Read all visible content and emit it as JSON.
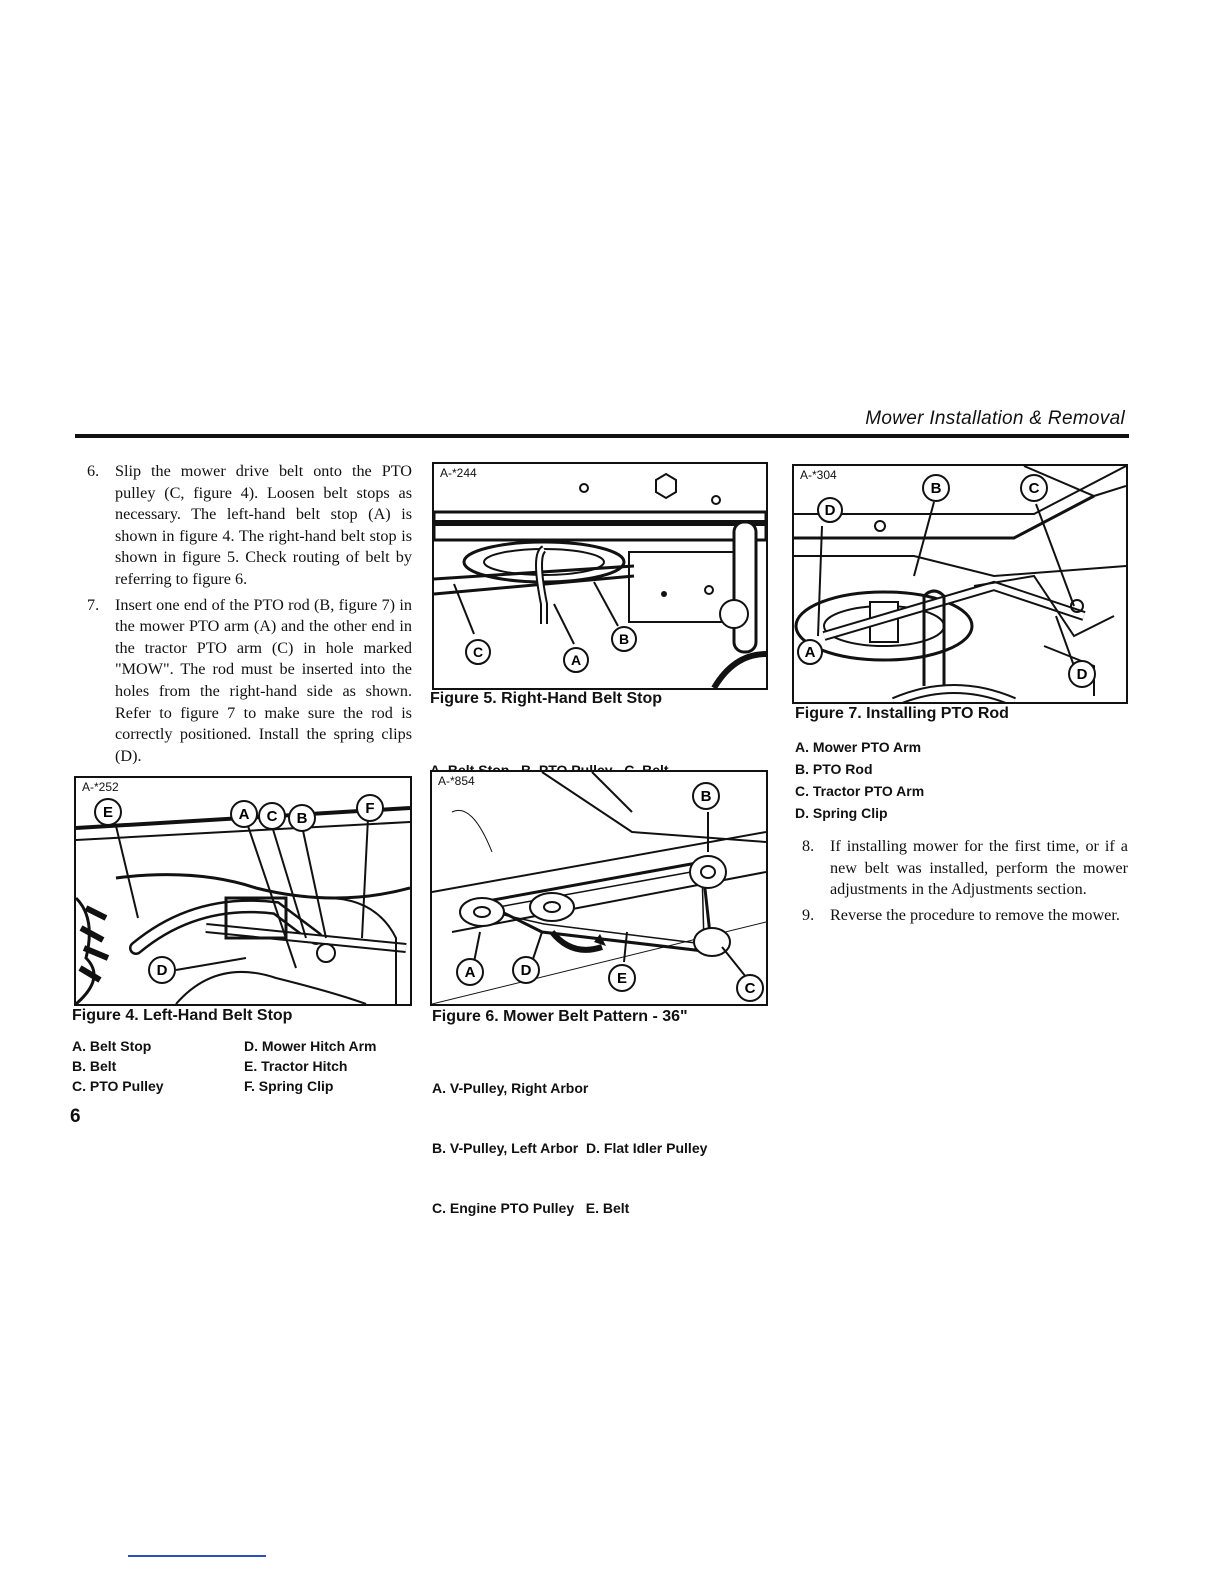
{
  "header": {
    "title": "Mower Installation & Removal"
  },
  "steps_left": [
    {
      "num": "6.",
      "text": "Slip the mower drive belt onto the PTO pulley (C, figure 4). Loosen belt stops as necessary. The left-hand belt stop (A) is shown in figure 4. The right-hand belt stop is shown in figure 5. Check routing of belt by referring to figure 6."
    },
    {
      "num": "7.",
      "text": "Insert one end of the PTO rod (B, figure 7) in the mower PTO arm (A) and the other end in the tractor PTO arm (C) in hole marked \"MOW\". The rod must be inserted into the holes from the right-hand side as shown. Refer to figure 7 to make sure the rod is correctly positioned. Install the spring clips (D)."
    }
  ],
  "steps_right": [
    {
      "num": "8.",
      "text": "If installing mower for the first time, or if a new belt was installed, perform the mower adjustments in the Adjustments section."
    },
    {
      "num": "9.",
      "text": "Reverse the procedure to remove the mower."
    }
  ],
  "figure4": {
    "code": "A-*252",
    "caption": "Figure 4. Left-Hand Belt Stop",
    "legend": [
      "A. Belt Stop",
      "D. Mower Hitch Arm",
      "B. Belt",
      "E. Tractor Hitch",
      "C. PTO Pulley",
      "F. Spring Clip"
    ],
    "callouts": [
      "E",
      "A",
      "C",
      "B",
      "F",
      "D"
    ]
  },
  "figure5": {
    "code": "A-*244",
    "caption": "Figure 5. Right-Hand Belt Stop",
    "legend": "A. Belt Stop   B. PTO Pulley   C. Belt",
    "callouts": [
      "C",
      "A",
      "B"
    ]
  },
  "figure6": {
    "code": "A-*854",
    "caption": "Figure 6. Mower Belt Pattern - 36\"",
    "legend": [
      "A. V-Pulley, Right Arbor",
      "B. V-Pulley, Left Arbor  D. Flat Idler Pulley",
      "C. Engine PTO Pulley   E. Belt"
    ],
    "callouts": [
      "B",
      "A",
      "D",
      "E",
      "C"
    ]
  },
  "figure7": {
    "code": "A-*304",
    "caption": "Figure 7. Installing PTO Rod",
    "legend": [
      "A. Mower PTO Arm",
      "B. PTO Rod",
      "C. Tractor PTO Arm",
      "D. Spring Clip"
    ],
    "callouts": [
      "D",
      "B",
      "C",
      "A",
      "D"
    ]
  },
  "page_number": "6"
}
